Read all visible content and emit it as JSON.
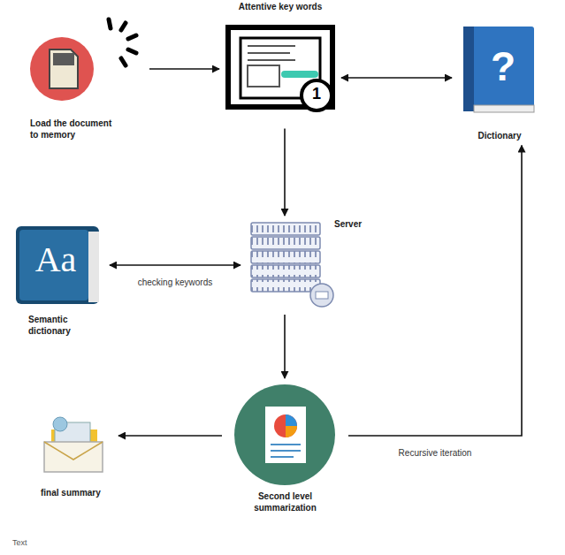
{
  "diagram": {
    "nodes": [
      {
        "text": [
          "Load the document to memory"
        ]
      },
      {
        "text": [
          "Attentive key words"
        ]
      },
      {
        "text": [
          "Dictionary"
        ]
      },
      {
        "text": [
          "Semantic dictionary"
        ]
      },
      {
        "text": [
          "Server"
        ]
      },
      {
        "text": [
          "Second level summarization"
        ]
      },
      {
        "text": [
          "final summary"
        ]
      }
    ],
    "edges": [
      {
        "from": 0,
        "to": 1,
        "arrow": "to"
      },
      {
        "from": 1,
        "to": 2,
        "arrow": "both"
      },
      {
        "from": 1,
        "to": 4,
        "arrow": "to"
      },
      {
        "from": 3,
        "to": 4,
        "label": "checking keywords",
        "arrow": "both"
      },
      {
        "from": 4,
        "to": 5,
        "arrow": "to"
      },
      {
        "from": 5,
        "to": 6,
        "arrow": "to"
      },
      {
        "from": 5,
        "to": 2,
        "label": "Recursive iteration",
        "arrow": "to"
      }
    ],
    "labels": [
      "1",
      "?",
      "Aa",
      "Text"
    ]
  }
}
